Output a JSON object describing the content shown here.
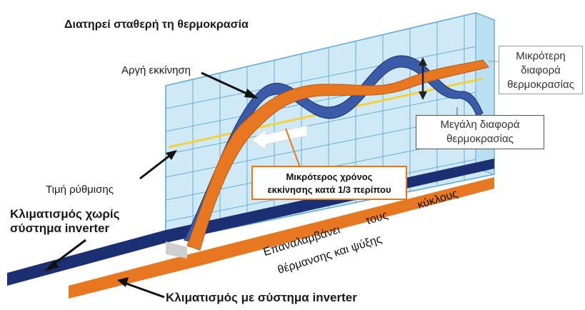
{
  "title": "Διατηρεί σταθερή τη θερμοκρασία",
  "labels": {
    "slow_start": "Αργή εκκίνηση",
    "set_value": "Τιμή ρύθμισης",
    "without_inverter_line1": "Κλιματισμός χωρίς",
    "without_inverter_line2": "σύστημα inverter",
    "with_inverter": "Κλιματισμός με σύστημα inverter",
    "cycles_word1": "Επαναλαμβάνει",
    "cycles_word2": "τους",
    "cycles_word3": "κύκλους",
    "cycles_line2": "θέρμανσης και ψύξης"
  },
  "boxes": {
    "smaller_diff_line1": "Μικρότερη",
    "smaller_diff_line2": "διαφορά",
    "smaller_diff_line3": "θερμοκρασίας",
    "larger_diff_line1": "Μεγάλη διαφορά",
    "larger_diff_line2": "θερμοκρασίας",
    "shorter_time_line1": "Μικρότερος χρόνος",
    "shorter_time_line2": "εκκίνησης κατά 1/3 περίπου"
  },
  "colors": {
    "grid_fill": "#cfe9f6",
    "grid_line": "#5aa9d6",
    "navy": "#1d2f73",
    "blue_ribbon": "#3b5aa8",
    "orange": "#e87722",
    "yellow": "#f2d23a"
  }
}
